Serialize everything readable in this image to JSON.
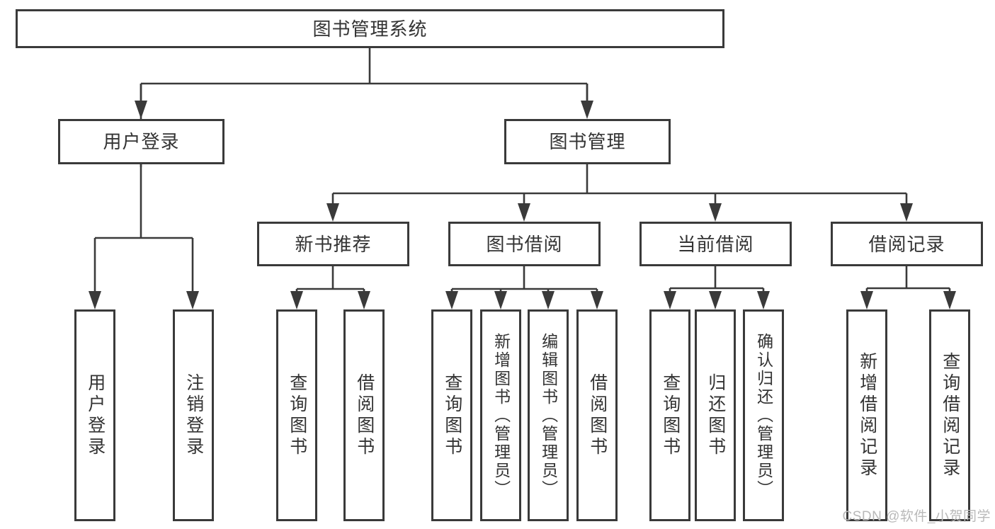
{
  "diagram": {
    "root": {
      "label": "图书管理系统"
    },
    "level1": [
      {
        "label": "用户登录"
      },
      {
        "label": "图书管理"
      }
    ],
    "level2": [
      {
        "label": "新书推荐"
      },
      {
        "label": "图书借阅"
      },
      {
        "label": "当前借阅"
      },
      {
        "label": "借阅记录"
      }
    ],
    "groups": {
      "user_login": [
        "用户登录",
        "注销登录"
      ],
      "new_book": [
        "查询图书",
        "借阅图书"
      ],
      "book_borrow": [
        "查询图书",
        "新增图书（管理员）",
        "编辑图书（管理员）",
        "借阅图书"
      ],
      "current_borrow": [
        "查询图书",
        "归还图书",
        "确认归还（管理员）"
      ],
      "borrow_record": [
        "新增借阅记录",
        "查询借阅记录"
      ]
    },
    "watermark": "CSDN @软件_小贺同学",
    "colors": {
      "line": "#3a3a3a",
      "text": "#333333",
      "watermark": "#b9b9b9",
      "background": "#ffffff"
    }
  }
}
